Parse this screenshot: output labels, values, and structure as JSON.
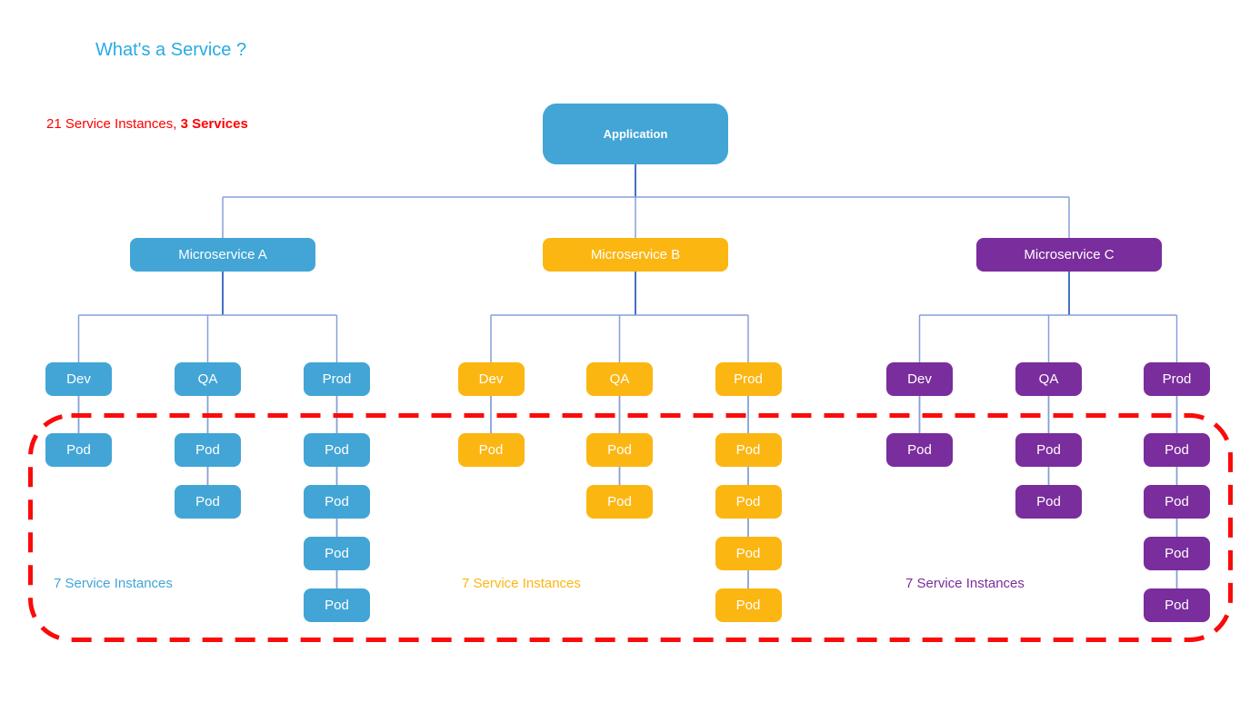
{
  "page": {
    "title": "What's a Service ?",
    "summary_prefix": "21 Service Instances, ",
    "summary_bold": "3 Services"
  },
  "colors": {
    "title_blue": "#29ABE2",
    "summary_red": "#FF0000",
    "highlight_red": "#FA0B0B",
    "connector_light": "#85A0D8",
    "connector_dark": "#4472C4"
  },
  "diagram": {
    "root_label": "Application",
    "root_color": "#42A5D6",
    "pod_total": "21",
    "services": [
      {
        "label": "Microservice A",
        "color": "#42A5D6",
        "instances_label": "7 Service Instances",
        "environments": [
          {
            "label": "Dev",
            "pods": [
              "Pod"
            ]
          },
          {
            "label": "QA",
            "pods": [
              "Pod",
              "Pod"
            ]
          },
          {
            "label": "Prod",
            "pods": [
              "Pod",
              "Pod",
              "Pod",
              "Pod"
            ]
          }
        ]
      },
      {
        "label": "Microservice B",
        "color": "#FBB612",
        "instances_label": "7 Service Instances",
        "environments": [
          {
            "label": "Dev",
            "pods": [
              "Pod"
            ]
          },
          {
            "label": "QA",
            "pods": [
              "Pod",
              "Pod"
            ]
          },
          {
            "label": "Prod",
            "pods": [
              "Pod",
              "Pod",
              "Pod",
              "Pod"
            ]
          }
        ]
      },
      {
        "label": "Microservice C",
        "color": "#7A2D9C",
        "instances_label": "7 Service Instances",
        "environments": [
          {
            "label": "Dev",
            "pods": [
              "Pod"
            ]
          },
          {
            "label": "QA",
            "pods": [
              "Pod",
              "Pod"
            ]
          },
          {
            "label": "Prod",
            "pods": [
              "Pod",
              "Pod",
              "Pod",
              "Pod"
            ]
          }
        ]
      }
    ]
  }
}
